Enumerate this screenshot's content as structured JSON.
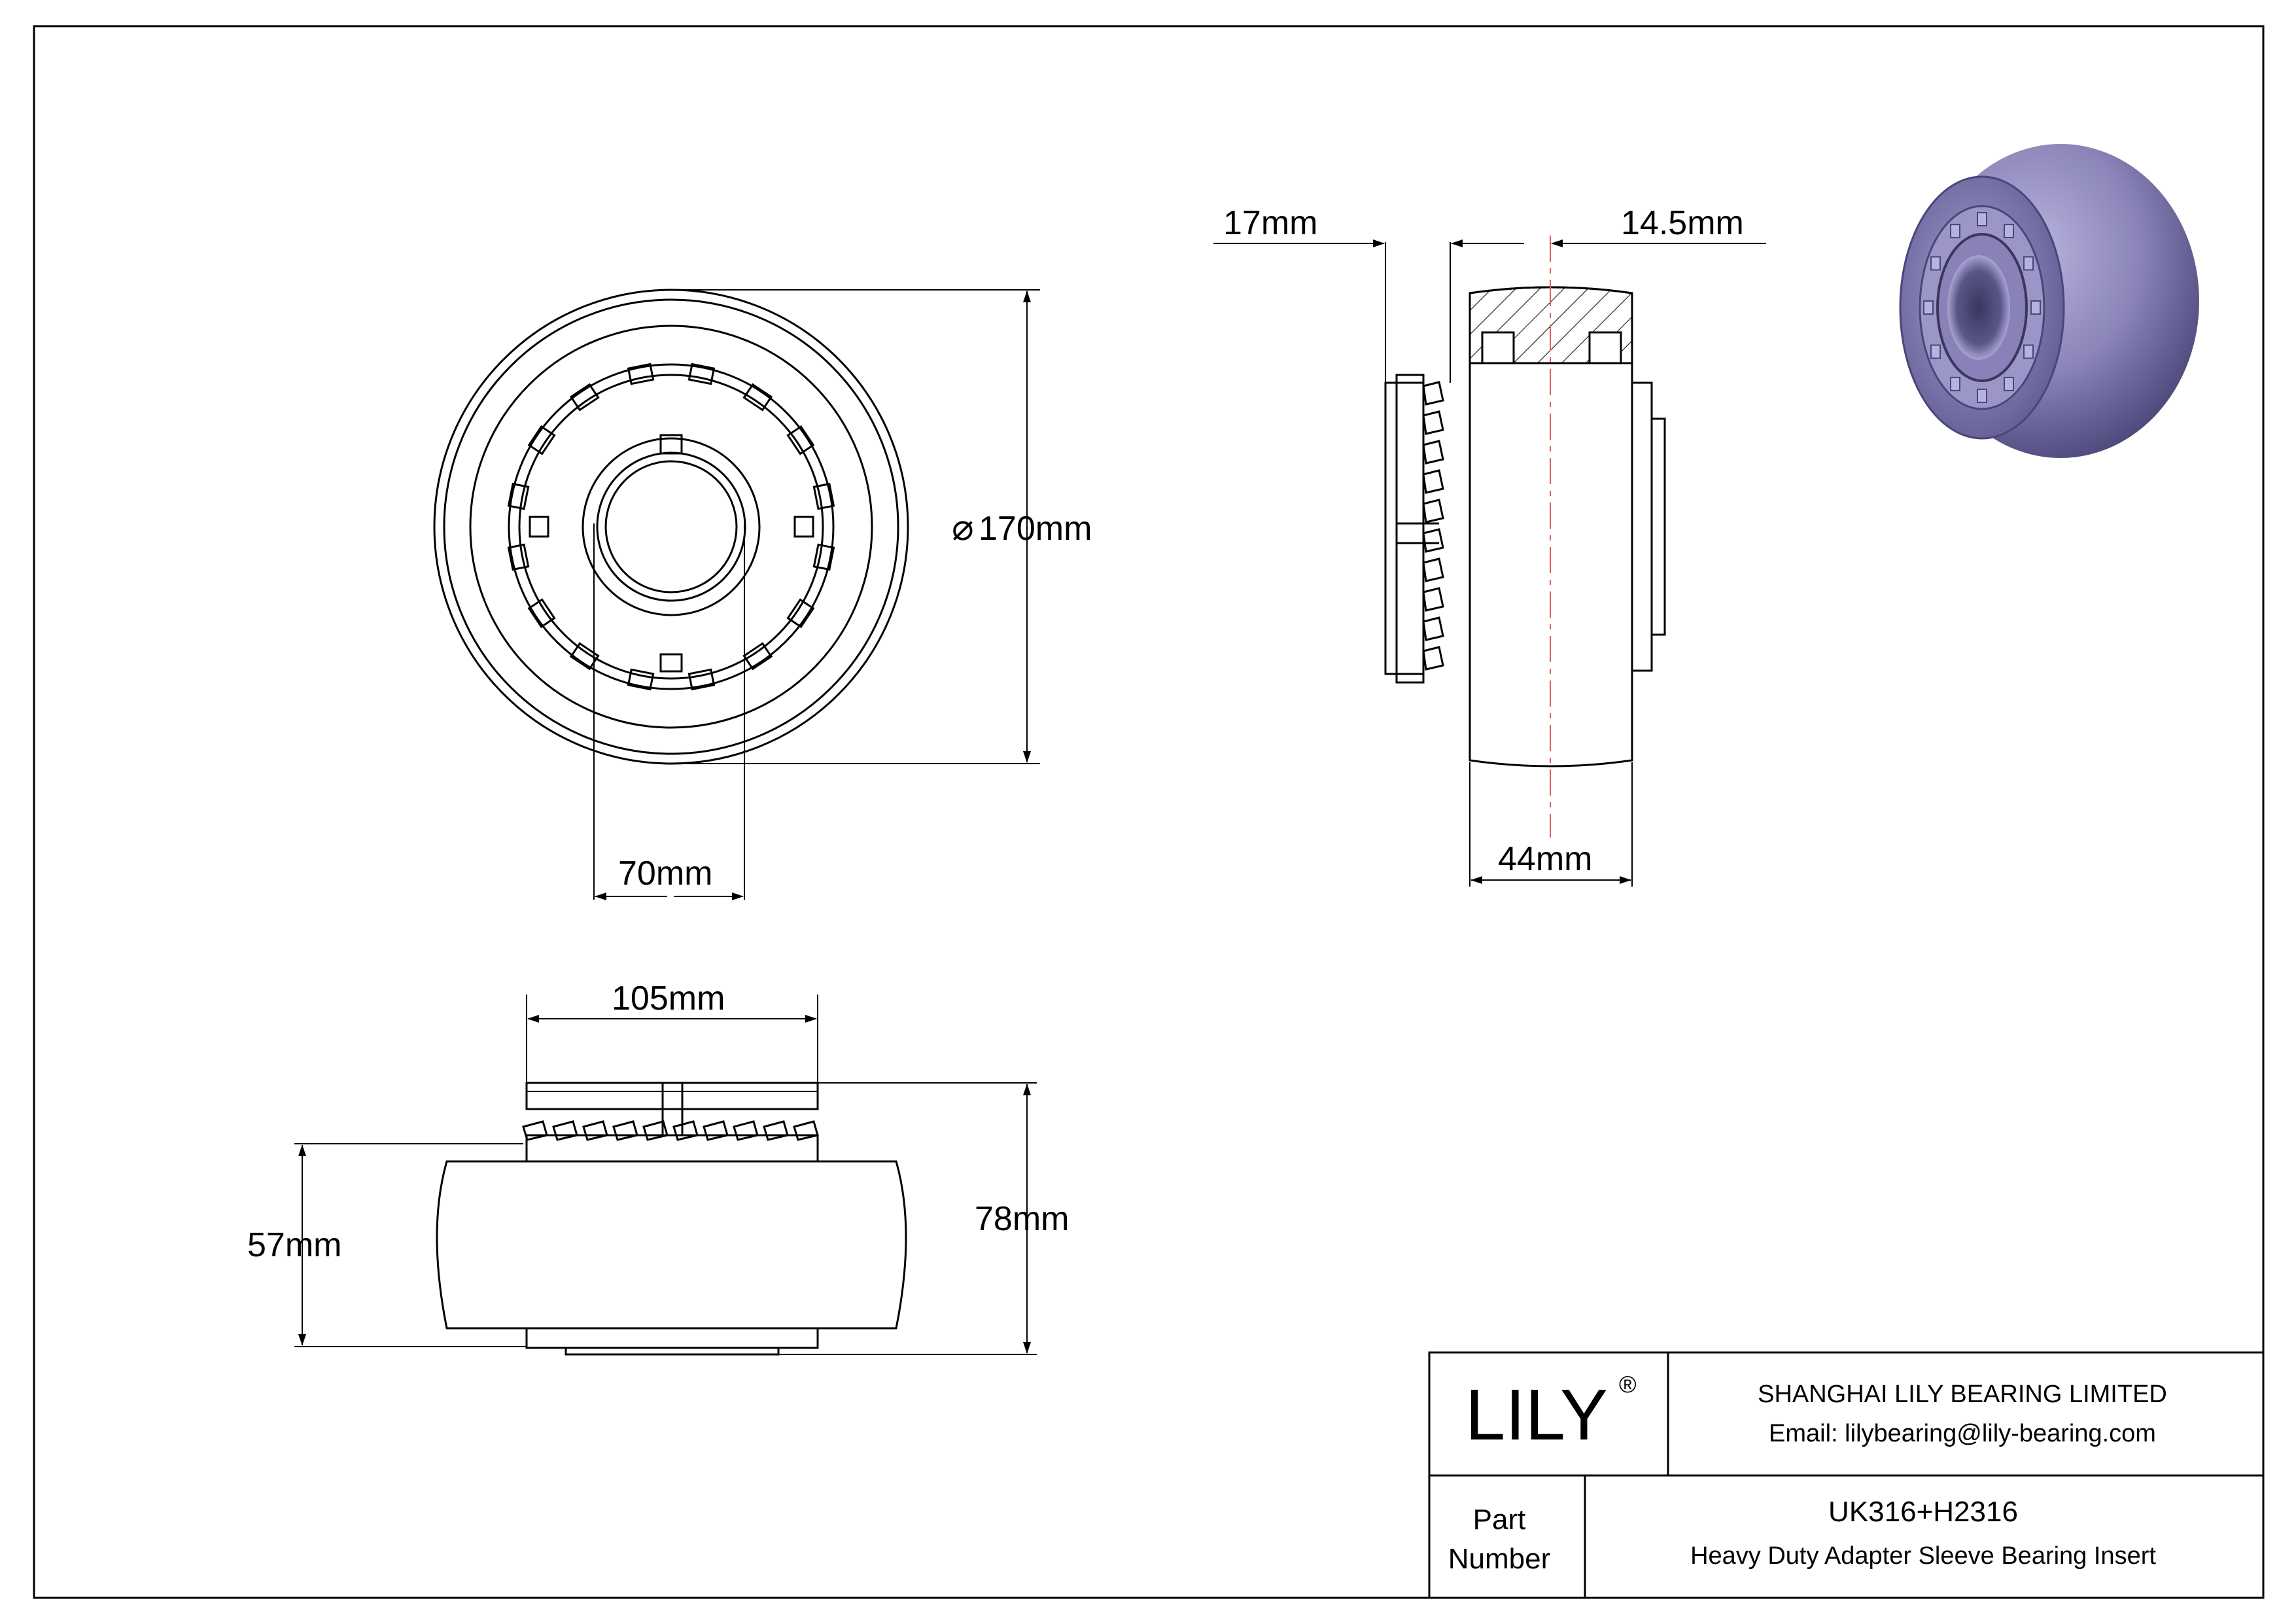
{
  "dimensions": {
    "outer_diameter": "170mm",
    "outer_diameter_symbol": "⌀",
    "bore": "70mm",
    "sleeve_offset": "17mm",
    "ring_offset": "14.5mm",
    "inner_width": "44mm",
    "sleeve_length": "105mm",
    "half_height": "57mm",
    "total_height": "78mm"
  },
  "title_block": {
    "logo": "LILY",
    "logo_mark": "®",
    "company": "SHANGHAI LILY BEARING LIMITED",
    "email": "Email: lilybearing@lily-bearing.com",
    "part_label_line1": "Part",
    "part_label_line2": "Number",
    "part_number": "UK316+H2316",
    "description": "Heavy Duty Adapter Sleeve Bearing Insert"
  },
  "colors": {
    "line": "#000000",
    "center_line": "#e06060",
    "render_body": "#8a84b8",
    "render_dark": "#4a4678"
  }
}
